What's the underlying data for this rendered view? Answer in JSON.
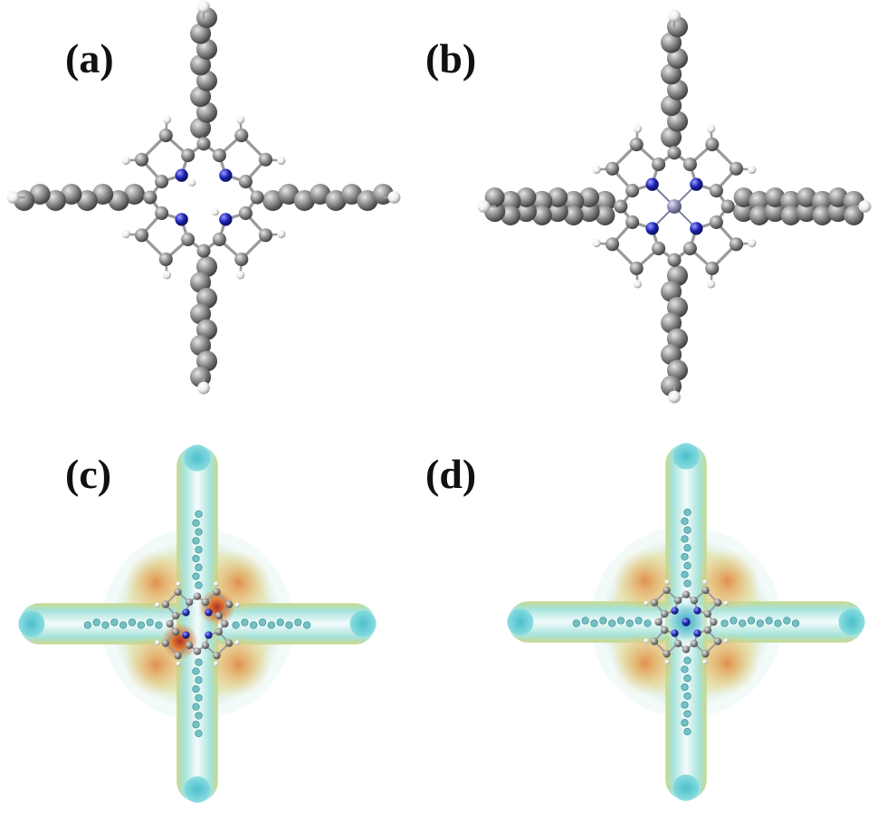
{
  "panels": [
    {
      "id": "a",
      "label": "(a)",
      "view": "ball-and-stick",
      "center_metal": false
    },
    {
      "id": "b",
      "label": "(b)",
      "view": "ball-and-stick",
      "center_metal": true
    },
    {
      "id": "c",
      "label": "(c)",
      "view": "electrostatic-potential-surface",
      "center_metal": false
    },
    {
      "id": "d",
      "label": "(d)",
      "view": "electrostatic-potential-surface",
      "center_metal": true
    }
  ],
  "colors": {
    "carbon": "#8a8a8a",
    "hydrogen": "#f0f0f0",
    "nitrogen": "#1c22b4",
    "metal": "#8c8cb4",
    "bond": "#9a9a9a",
    "esp_cyan": "#5fd3d8",
    "esp_yellow": "#e8d36a",
    "esp_orange": "#e0803a",
    "esp_red": "#b03020"
  }
}
